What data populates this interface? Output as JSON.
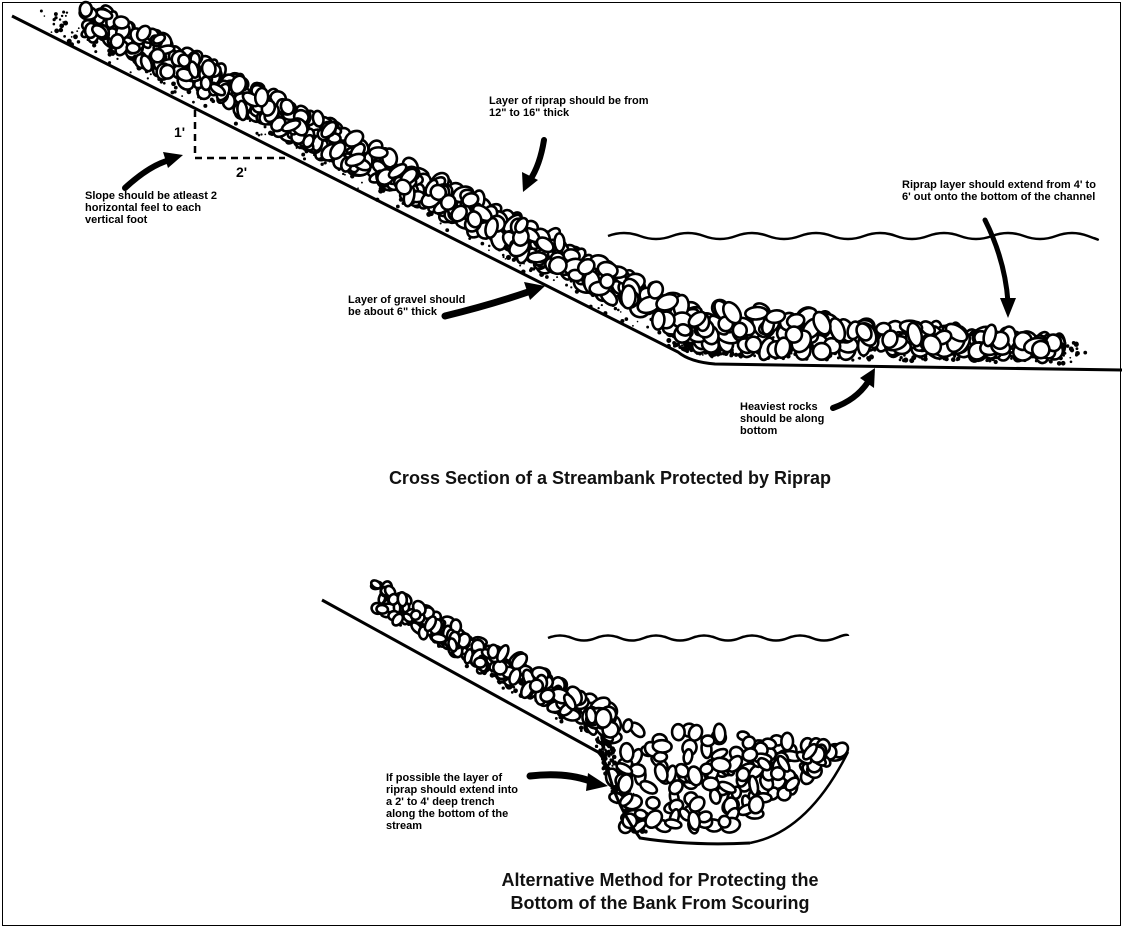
{
  "diagram_top": {
    "notes": {
      "slope": "Slope should be atleast 2 horizontal feel to each vertical foot",
      "riprap_thickness": "Layer of riprap should be from 12\" to 16\" thick",
      "extend": "Riprap layer should extend from 4' to 6' out onto the bottom of the channel",
      "gravel": "Layer of gravel should be about 6\" thick",
      "heaviest": "Heaviest rocks should be along bottom"
    },
    "dimension_labels": {
      "vertical": "1'",
      "horizontal": "2'"
    },
    "caption": "Cross Section of a Streambank Protected by Riprap"
  },
  "diagram_bottom": {
    "notes": {
      "trench": "If possible the layer of riprap should extend into a 2' to 4' deep trench along the bottom of the stream"
    },
    "caption_line1": "Alternative Method for Protecting the",
    "caption_line2": "Bottom of the Bank From Scouring"
  },
  "colors": {
    "ink": "#000000",
    "paper": "#ffffff"
  }
}
